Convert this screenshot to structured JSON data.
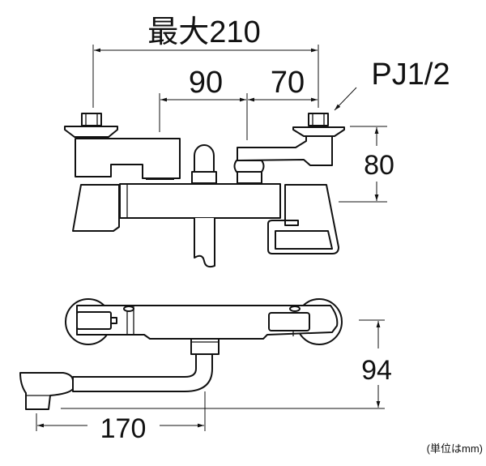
{
  "title": "Faucet dimension drawing",
  "dimensions": {
    "overall_max": "最大210",
    "left_to_center": "90",
    "center_to_right": "70",
    "connection": "PJ1/2",
    "height": "80",
    "depth": "94",
    "spout_reach": "170"
  },
  "unit_note": "(単位はmm)",
  "colors": {
    "line": "#111111",
    "background": "#ffffff"
  }
}
